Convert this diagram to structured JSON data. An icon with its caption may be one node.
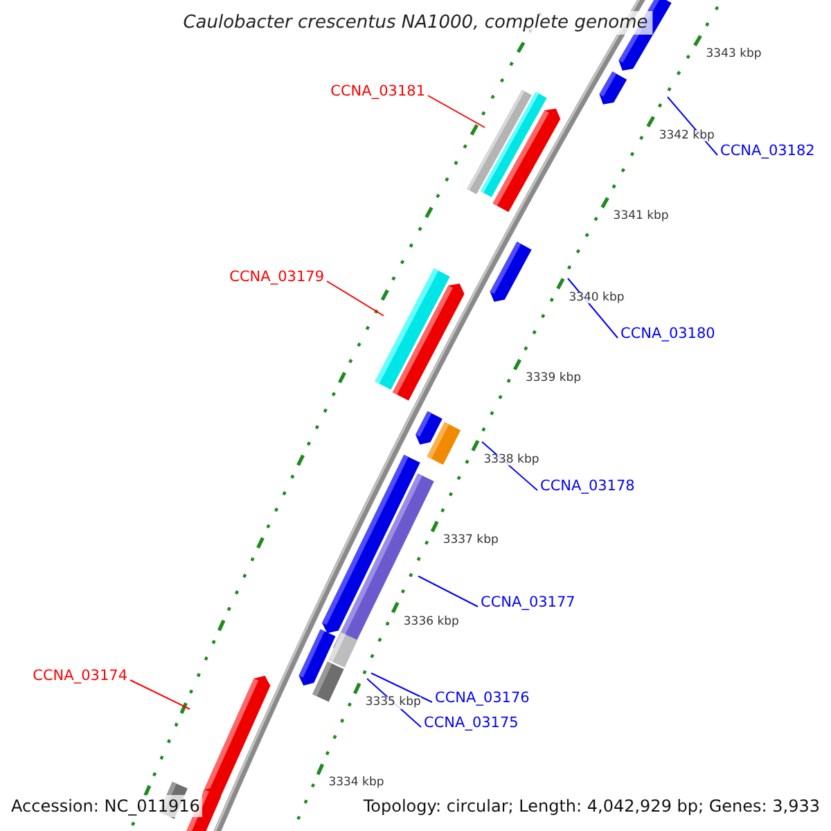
{
  "diagram": {
    "title": "Caulobacter crescentus NA1000, complete genome",
    "nodes": [
      {
        "text": [
          "CCNA_03181"
        ]
      },
      {
        "text": [
          "CCNA_03182"
        ]
      },
      {
        "text": [
          "CCNA_03179"
        ]
      },
      {
        "text": [
          "CCNA_03180"
        ]
      },
      {
        "text": [
          "CCNA_03178"
        ]
      },
      {
        "text": [
          "CCNA_03177"
        ]
      },
      {
        "text": [
          "CCNA_03174"
        ]
      },
      {
        "text": [
          "CCNA_03176"
        ]
      },
      {
        "text": [
          "CCNA_03175"
        ]
      }
    ],
    "edges": [
      {
        "from": 0,
        "to": null,
        "arrow": "none",
        "color": "#ff0000"
      },
      {
        "from": 1,
        "to": null,
        "arrow": "none"
      },
      {
        "from": 2,
        "to": null,
        "arrow": "none",
        "color": "#ff0000"
      },
      {
        "from": 3,
        "to": null,
        "arrow": "none"
      },
      {
        "from": 4,
        "to": null,
        "arrow": "none"
      },
      {
        "from": 5,
        "to": null,
        "arrow": "none"
      },
      {
        "from": 6,
        "to": null,
        "arrow": "none",
        "color": "#ff0000"
      },
      {
        "from": 7,
        "to": null,
        "arrow": "none"
      },
      {
        "from": 8,
        "to": null,
        "arrow": "none"
      }
    ],
    "labels": [
      "3343 kbp",
      "3342 kbp",
      "3341 kbp",
      "3340 kbp",
      "3339 kbp",
      "3338 kbp",
      "3337 kbp",
      "3336 kbp",
      "3335 kbp",
      "3334 kbp",
      "Accession: NC_011916",
      "Topology: circular; Length: 4,042,929 bp; Genes: 3,933"
    ]
  }
}
